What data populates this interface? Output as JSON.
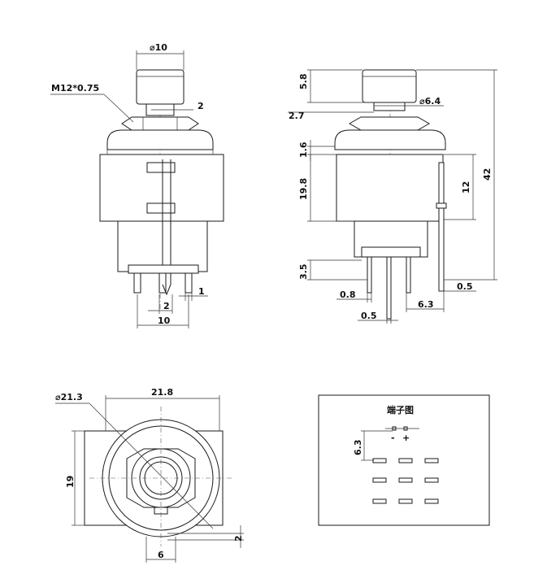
{
  "front_view": {
    "button_diameter": "⌀10",
    "thread": "M12*0.75",
    "flat_width": "2",
    "pin_thickness": "1",
    "pin_spacing": "2",
    "pin_span": "10"
  },
  "side_view": {
    "button_height": "5.8",
    "collar_height": "2.7",
    "collar_diameter": "⌀6.4",
    "flange_height": "1.6",
    "body_height": "19.8",
    "pin_block_height": "3.5",
    "total_height": "42",
    "side_pin_height": "12",
    "pin_offset_a": "0.8",
    "pin_width": "0.5",
    "pin_offset_b": "6.3",
    "side_pin_width": "0.5"
  },
  "bottom_view": {
    "flange_diameter": "⌀21.3",
    "body_width": "21.8",
    "body_depth": "19",
    "key_height": "2",
    "key_width": "6"
  },
  "terminal_diagram": {
    "title": "端子图",
    "minus": "-",
    "plus": "+",
    "pitch": "6.3"
  }
}
